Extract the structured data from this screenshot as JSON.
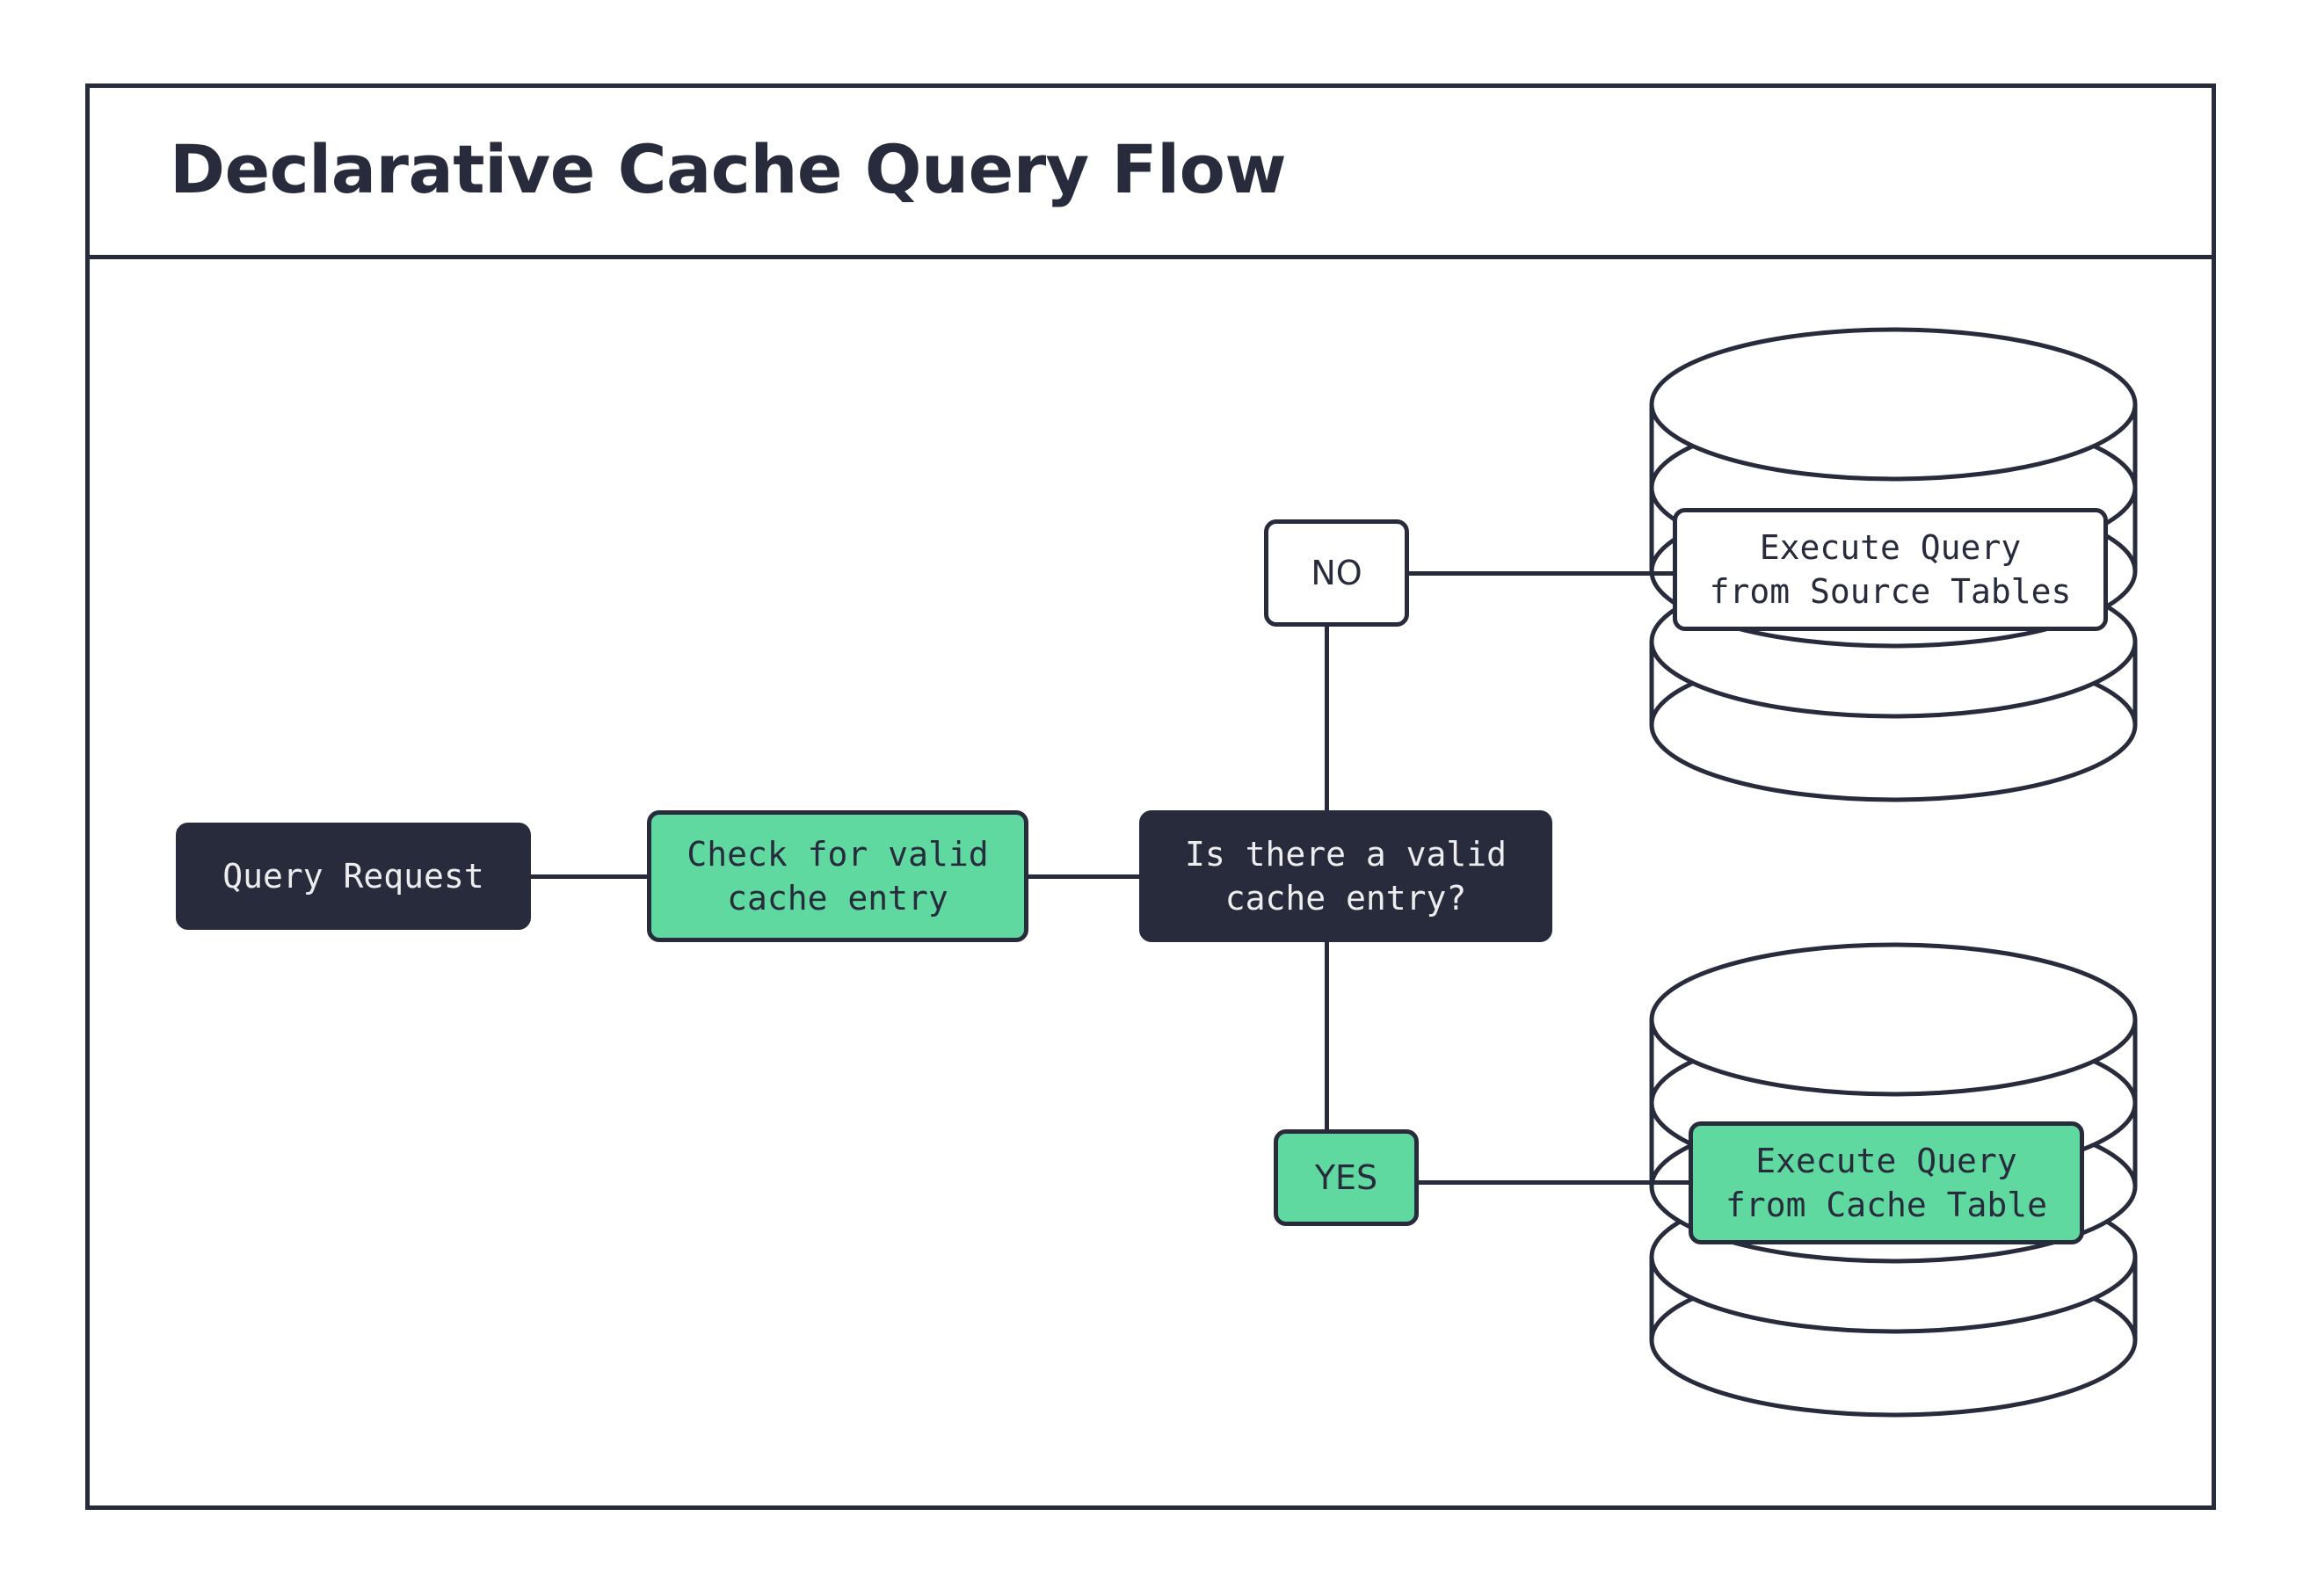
{
  "diagram": {
    "title": "Declarative Cache Query Flow",
    "type": "flowchart",
    "colors": {
      "dark": "#272B3B",
      "green": "#5FD9A0",
      "white": "#FFFFFF",
      "stroke": "#272B3B",
      "background": "#FFFFFF"
    },
    "nodes": [
      {
        "id": "query-request",
        "label": "Query Request",
        "shape": "rounded-rect",
        "fill": "dark"
      },
      {
        "id": "check-cache",
        "label": "Check for valid\ncache entry",
        "shape": "rounded-rect",
        "fill": "green"
      },
      {
        "id": "decision",
        "label": "Is there a valid\ncache entry?",
        "shape": "rounded-rect",
        "fill": "dark"
      },
      {
        "id": "exec-source",
        "label": "Execute Query\nfrom Source Tables",
        "shape": "rounded-rect",
        "fill": "white"
      },
      {
        "id": "exec-cache",
        "label": "Execute Query\nfrom Cache Table",
        "shape": "rounded-rect",
        "fill": "green"
      }
    ],
    "badges": [
      {
        "id": "no",
        "label": "NO",
        "fill": "white"
      },
      {
        "id": "yes",
        "label": "YES",
        "fill": "green"
      }
    ],
    "databases": [
      {
        "id": "db-source",
        "name": "source-tables-database"
      },
      {
        "id": "db-cache",
        "name": "cache-table-database"
      }
    ],
    "edges": [
      {
        "from": "query-request",
        "to": "check-cache"
      },
      {
        "from": "check-cache",
        "to": "decision"
      },
      {
        "from": "decision",
        "to": "no",
        "label": "NO"
      },
      {
        "from": "no",
        "to": "exec-source"
      },
      {
        "from": "decision",
        "to": "yes",
        "label": "YES"
      },
      {
        "from": "yes",
        "to": "exec-cache"
      }
    ]
  }
}
